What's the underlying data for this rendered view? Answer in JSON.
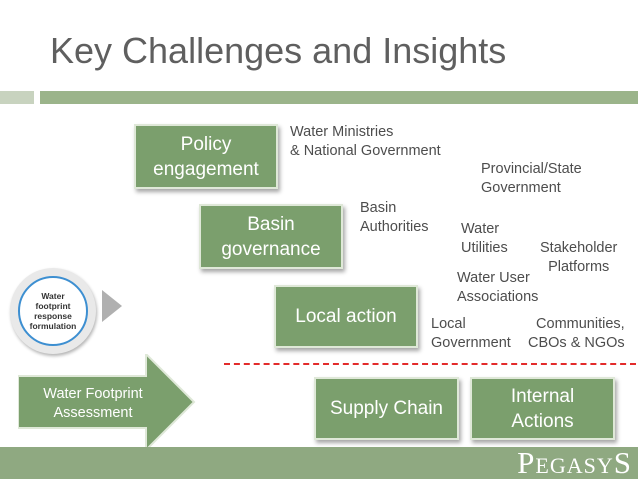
{
  "title": "Key Challenges and Insights",
  "boxes": {
    "policy": "Policy\nengagement",
    "basin": "Basin\ngovernance",
    "local": "Local action",
    "supply": "Supply Chain",
    "internal": "Internal\nActions"
  },
  "labels": {
    "water_ministries": "Water Ministries\n& National Government",
    "provincial": "Provincial/State\nGovernment",
    "basin_authorities": "Basin\nAuthorities",
    "water_utilities": "Water\nUtilities",
    "stakeholder_platforms": "Stakeholder\nPlatforms",
    "water_user_associations": "Water User\nAssociations",
    "local_government": "Local\nGovernment",
    "communities": "Communities,\nCBOs & NGOs"
  },
  "badge_text": "Water\nfootprint\nresponse\nformulation",
  "arrow_text": "Water Footprint\nAssessment",
  "logo_text": "PEGASYS",
  "colors": {
    "box": "#7b9f6d",
    "band": "#9bb48a",
    "dash": "#e32b2b",
    "footer": "#8fa981"
  }
}
